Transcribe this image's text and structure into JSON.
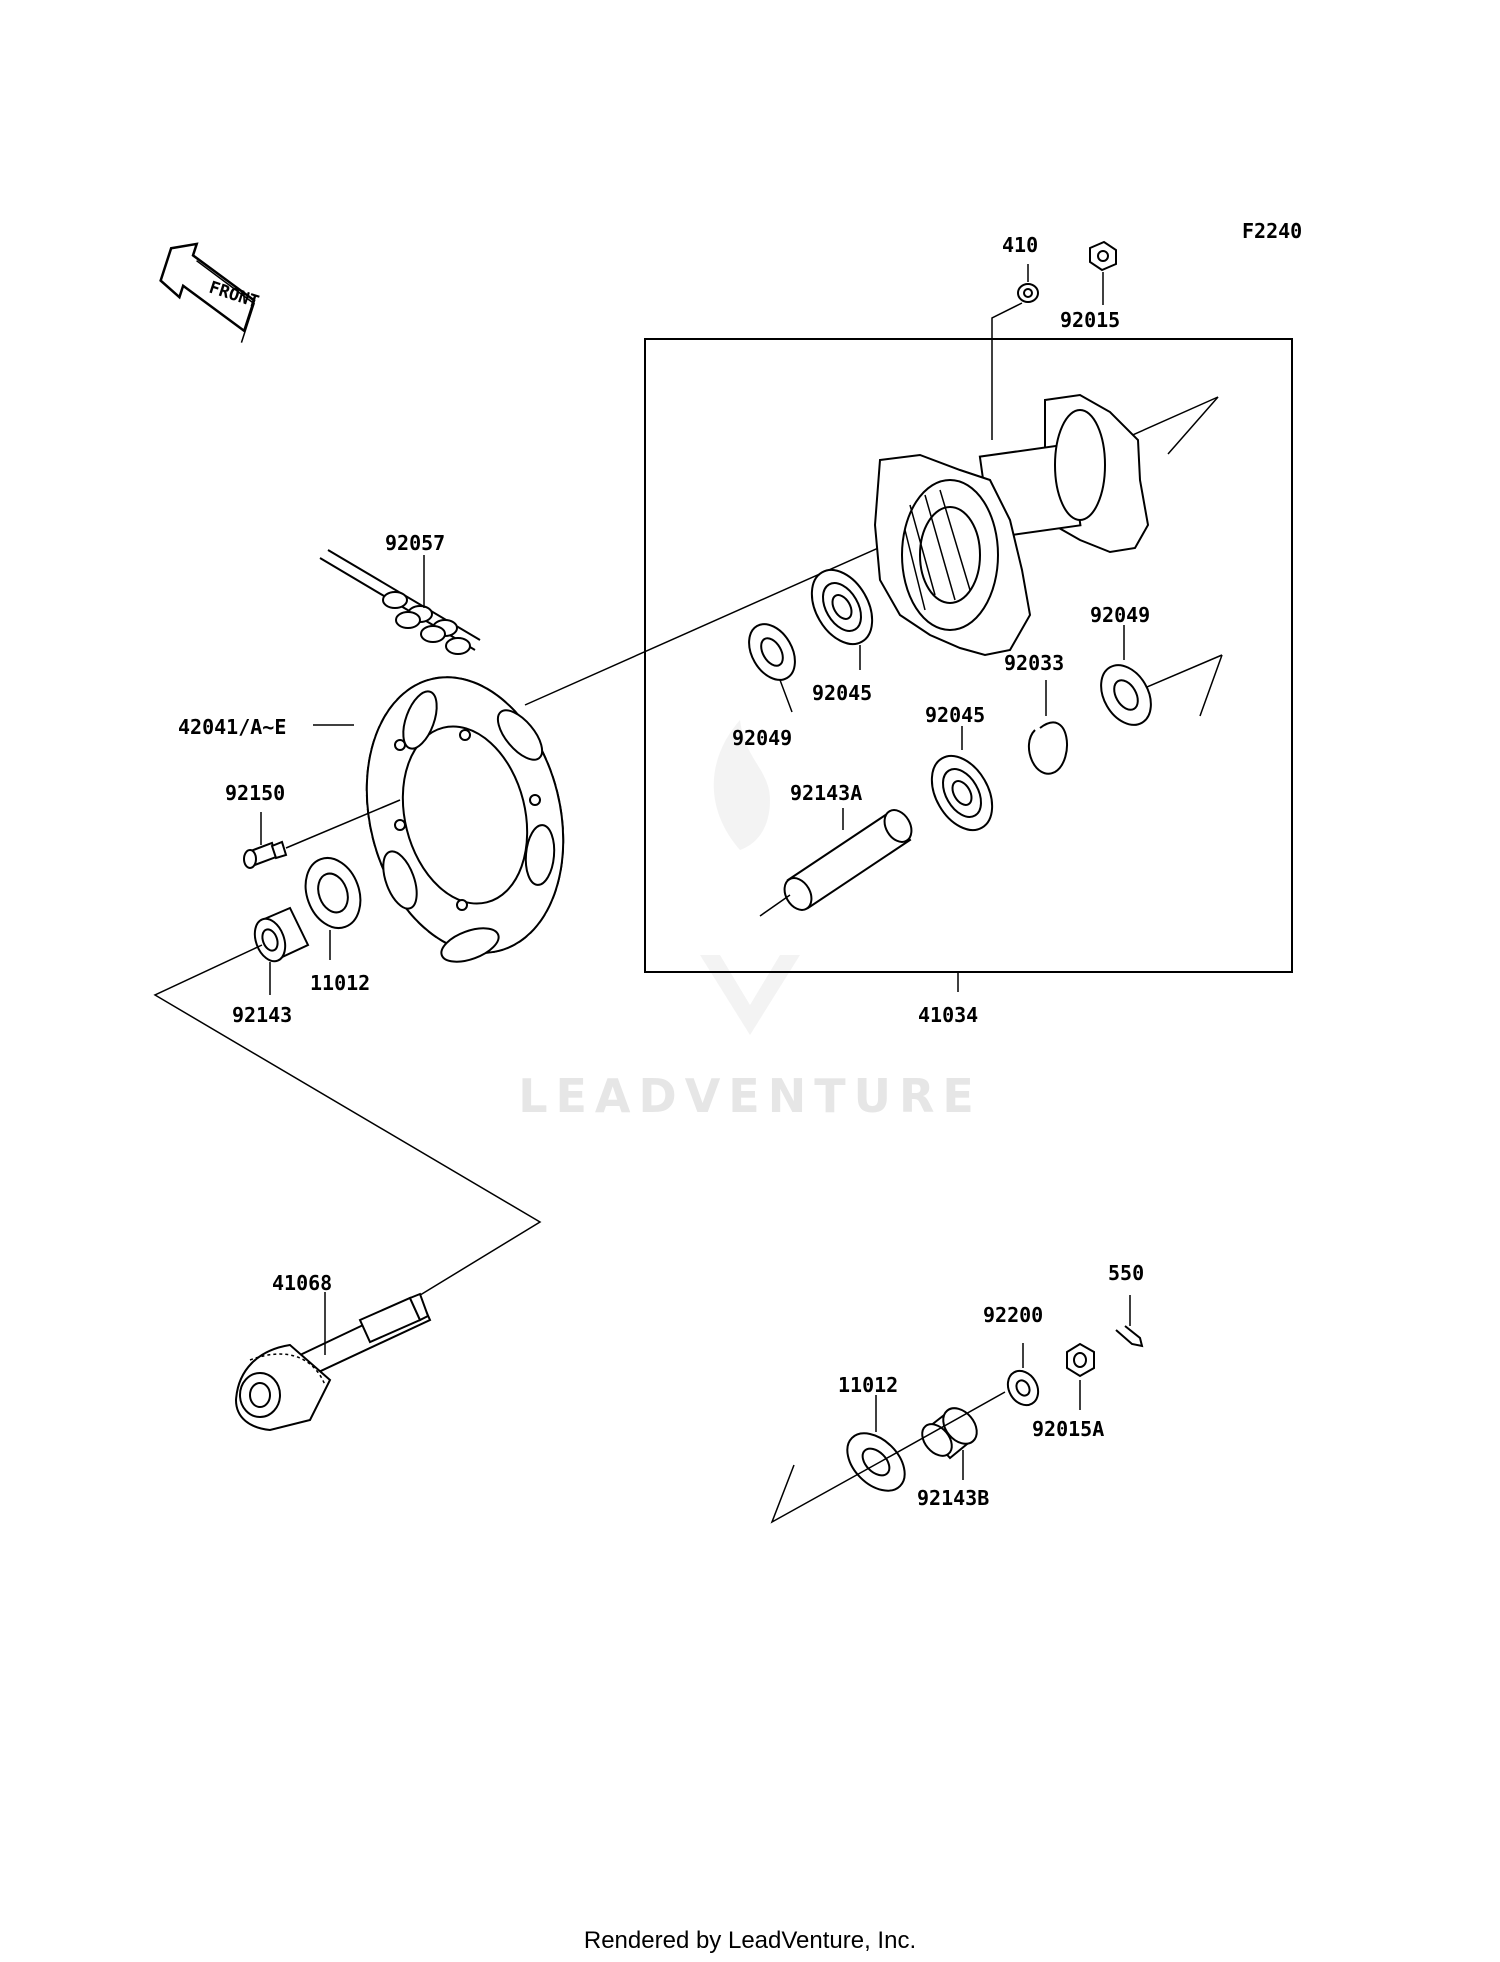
{
  "diagram_code": "F2240",
  "front_arrow": "FRONT",
  "labels": {
    "p410": "410",
    "p92015": "92015",
    "p92057": "92057",
    "p42041": "42041/A~E",
    "p92049a": "92049",
    "p92045a": "92045",
    "p92049b": "92049",
    "p92033": "92033",
    "p92045b": "92045",
    "p92143A": "92143A",
    "p92150": "92150",
    "p92143": "92143",
    "p11012a": "11012",
    "p41034": "41034",
    "p41068": "41068",
    "p550": "550",
    "p92200": "92200",
    "p11012b": "11012",
    "p92015A": "92015A",
    "p92143B": "92143B"
  },
  "watermark": "LEADVENTURE",
  "footer": "Rendered by LeadVenture, Inc."
}
